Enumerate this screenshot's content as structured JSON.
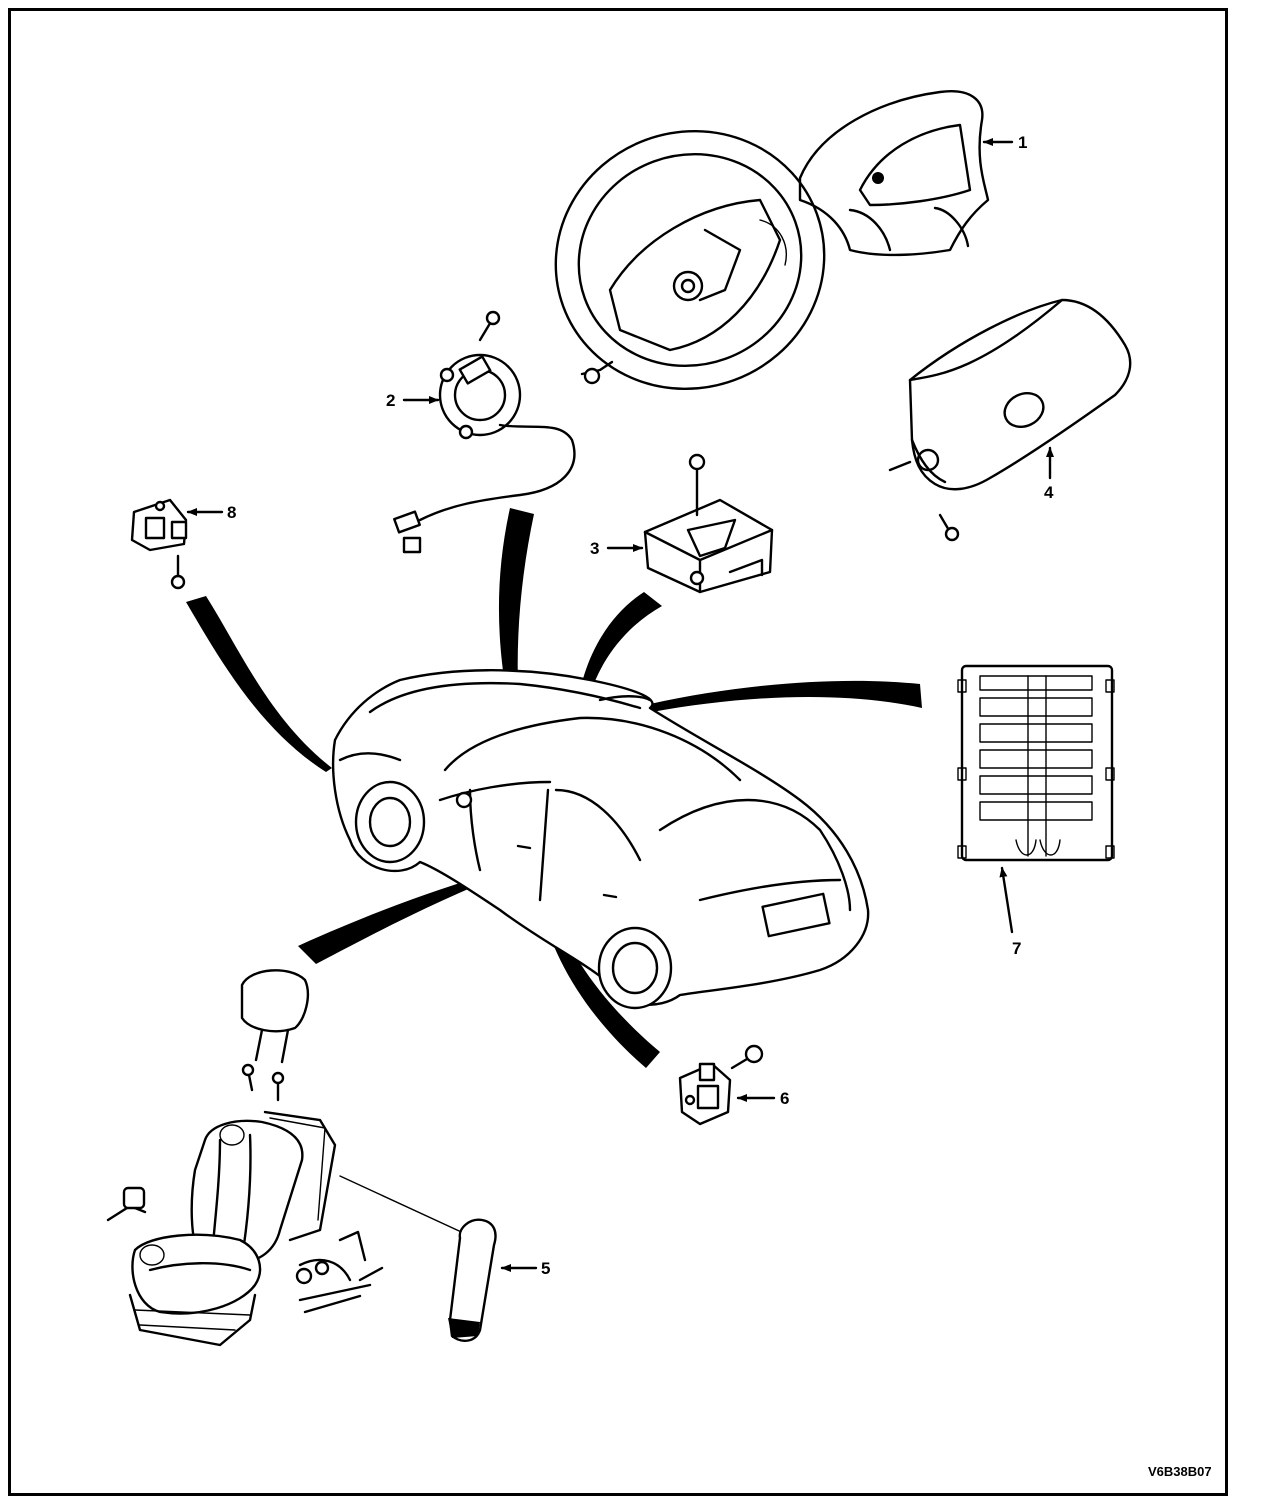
{
  "diagram": {
    "reference_code": "V6B38B07",
    "callouts": [
      {
        "id": "1",
        "label": "1"
      },
      {
        "id": "2",
        "label": "2"
      },
      {
        "id": "3",
        "label": "3"
      },
      {
        "id": "4",
        "label": "4"
      },
      {
        "id": "5",
        "label": "5"
      },
      {
        "id": "6",
        "label": "6"
      },
      {
        "id": "7",
        "label": "7"
      },
      {
        "id": "8",
        "label": "8"
      }
    ],
    "colors": {
      "line": "#000000",
      "background": "#ffffff"
    }
  }
}
